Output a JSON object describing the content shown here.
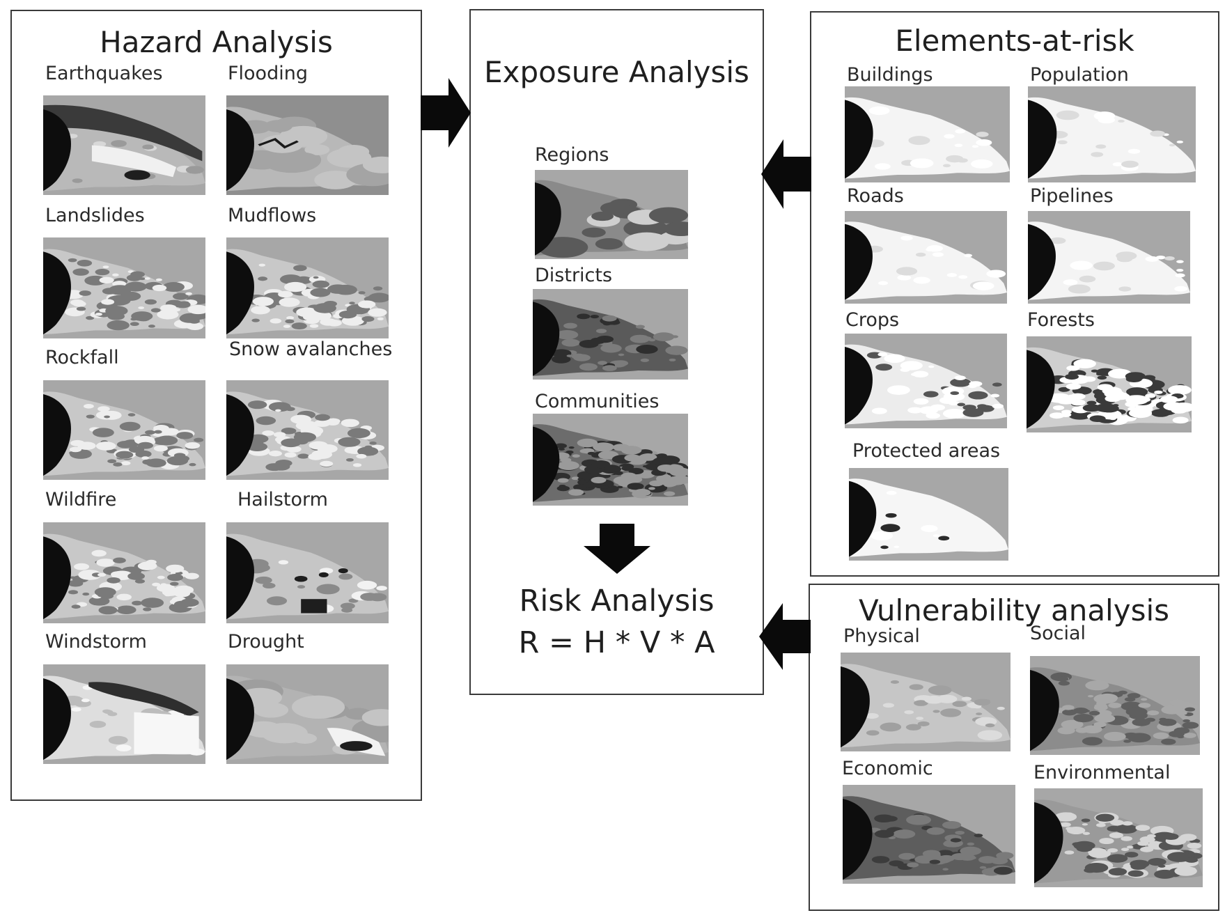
{
  "hazard": {
    "title": "Hazard Analysis",
    "maps": [
      {
        "label": "Earthquakes",
        "theme": "quake"
      },
      {
        "label": "Flooding",
        "theme": "flood"
      },
      {
        "label": "Landslides",
        "theme": "speckle"
      },
      {
        "label": "Mudflows",
        "theme": "speckle"
      },
      {
        "label": "Rockfall",
        "theme": "speckle"
      },
      {
        "label": "Snow avalanches",
        "theme": "speckle"
      },
      {
        "label": "Wildfire",
        "theme": "speckle"
      },
      {
        "label": "Hailstorm",
        "theme": "hail"
      },
      {
        "label": "Windstorm",
        "theme": "wind"
      },
      {
        "label": "Drought",
        "theme": "drought"
      }
    ]
  },
  "exposure": {
    "title": "Exposure Analysis",
    "maps": [
      {
        "label": "Regions",
        "theme": "regions"
      },
      {
        "label": "Districts",
        "theme": "districts"
      },
      {
        "label": "Communities",
        "theme": "communities"
      }
    ]
  },
  "risk": {
    "title": "Risk Analysis",
    "formula": "R = H * V * A"
  },
  "elements": {
    "title": "Elements-at-risk",
    "maps": [
      {
        "label": "Buildings",
        "theme": "white"
      },
      {
        "label": "Population",
        "theme": "white"
      },
      {
        "label": "Roads",
        "theme": "white"
      },
      {
        "label": "Pipelines",
        "theme": "white"
      },
      {
        "label": "Crops",
        "theme": "crops"
      },
      {
        "label": "Forests",
        "theme": "forests"
      },
      {
        "label": "Protected areas",
        "theme": "protected"
      }
    ]
  },
  "vulnerability": {
    "title": "Vulnerability analysis",
    "maps": [
      {
        "label": "Physical",
        "theme": "physical"
      },
      {
        "label": "Social",
        "theme": "social"
      },
      {
        "label": "Economic",
        "theme": "economic"
      },
      {
        "label": "Environmental",
        "theme": "environmental"
      }
    ]
  }
}
